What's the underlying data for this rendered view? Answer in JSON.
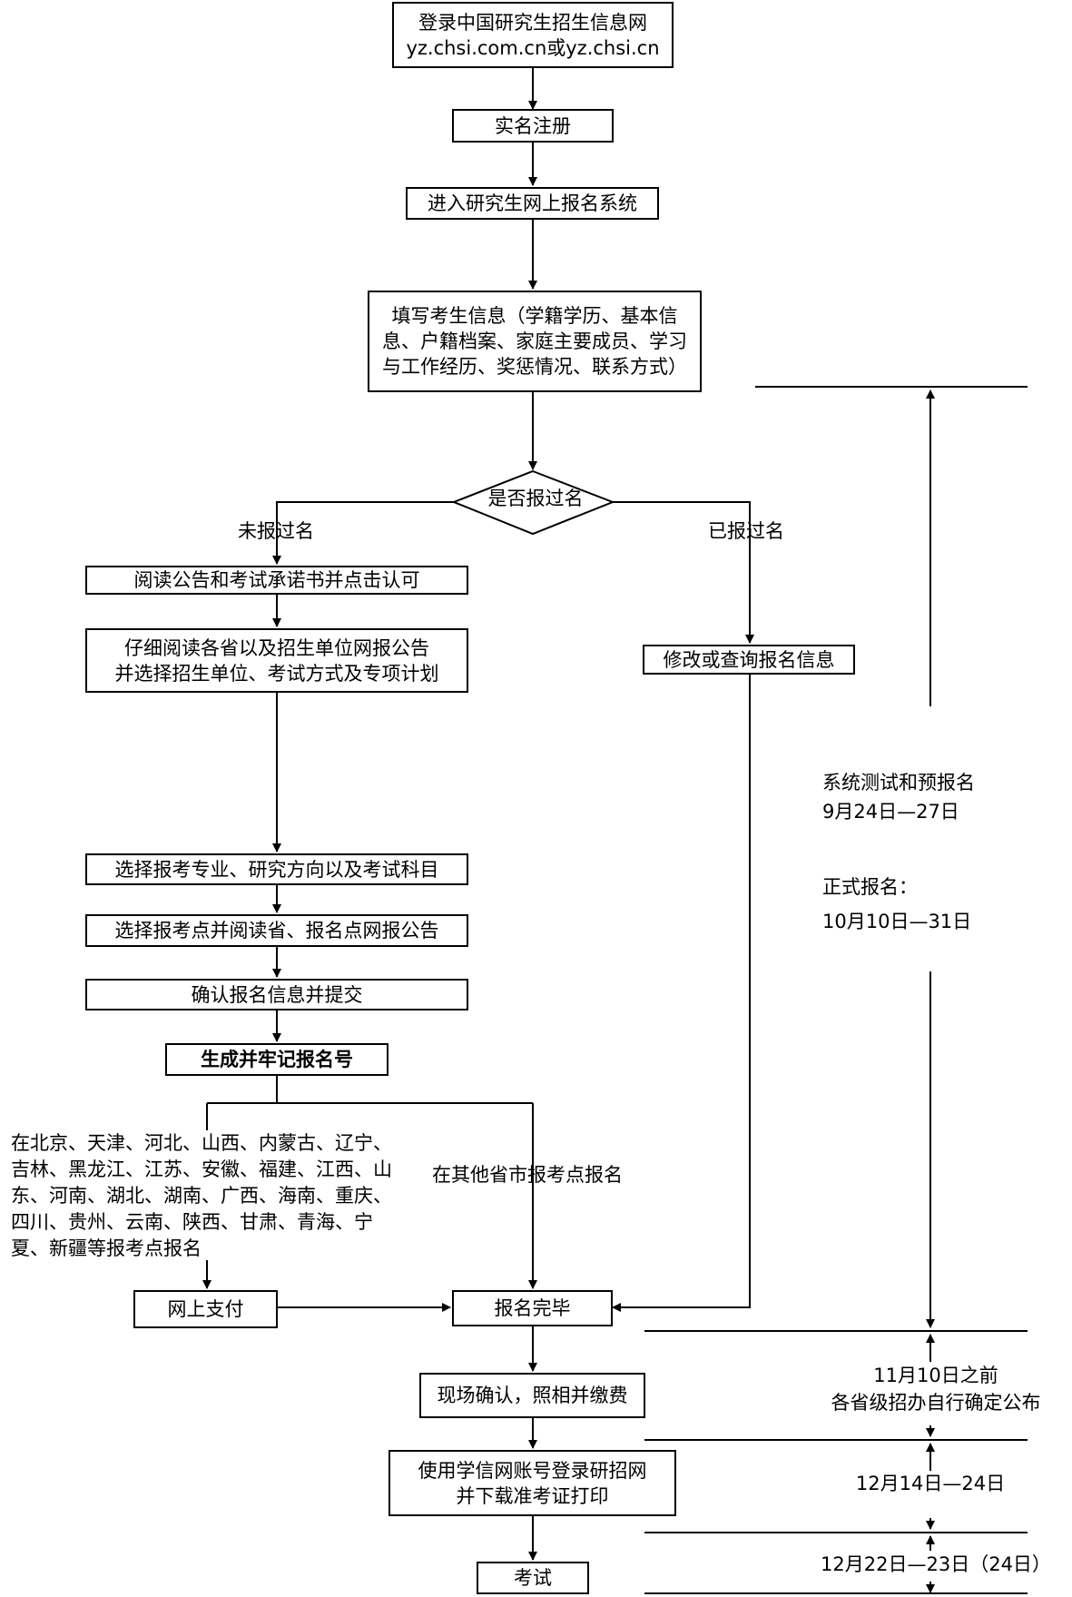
{
  "steps": {
    "login": "登录中国研究生招生信息网\nyz.chsi.com.cn或yz.chsi.cn",
    "register": "实名注册",
    "enter_system": "进入研究生网上报名系统",
    "fill_info": "填写考生信息（学籍学历、基本信\n息、户籍档案、家庭主要成员、学习\n与工作经历、奖惩情况、联系方式）",
    "decision": "是否报过名",
    "read_notice": "阅读公告和考试承诺书并点击认可",
    "read_province": "仔细阅读各省以及招生单位网报公告\n并选择招生单位、考试方式及专项计划",
    "modify_info": "修改或查询报名信息",
    "select_major": "选择报考专业、研究方向以及考试科目",
    "select_site": "选择报考点并阅读省、报名点网报公告",
    "confirm_submit": "确认报名信息并提交",
    "generate_number": "生成并牢记报名号",
    "online_pay": "网上支付",
    "finish": "报名完毕",
    "onsite_confirm": "现场确认，照相并缴费",
    "download_ticket": "使用学信网账号登录研招网\n并下载准考证打印",
    "exam": "考试"
  },
  "labels": {
    "not_registered": "未报过名",
    "registered": "已报过名",
    "provinces": "在北京、天津、河北、山西、内蒙古、辽宁、\n吉林、黑龙江、江苏、安徽、福建、江西、山\n东、河南、湖北、湖南、广西、海南、重庆、\n四川、贵州、云南、陕西、甘肃、青海、宁\n夏、新疆等报考点报名",
    "other_provinces": "在其他省市报考点报名"
  },
  "timeline": {
    "pre_registration": "系统测试和预报名\n9月24日—27日",
    "formal_registration": "正式报名：\n10月10日—31日",
    "confirm_deadline": "11月10日之前\n各省级招办自行确定公布",
    "print_period": "12月14日—24日",
    "exam_period": "12月22日—23日（24日）"
  }
}
